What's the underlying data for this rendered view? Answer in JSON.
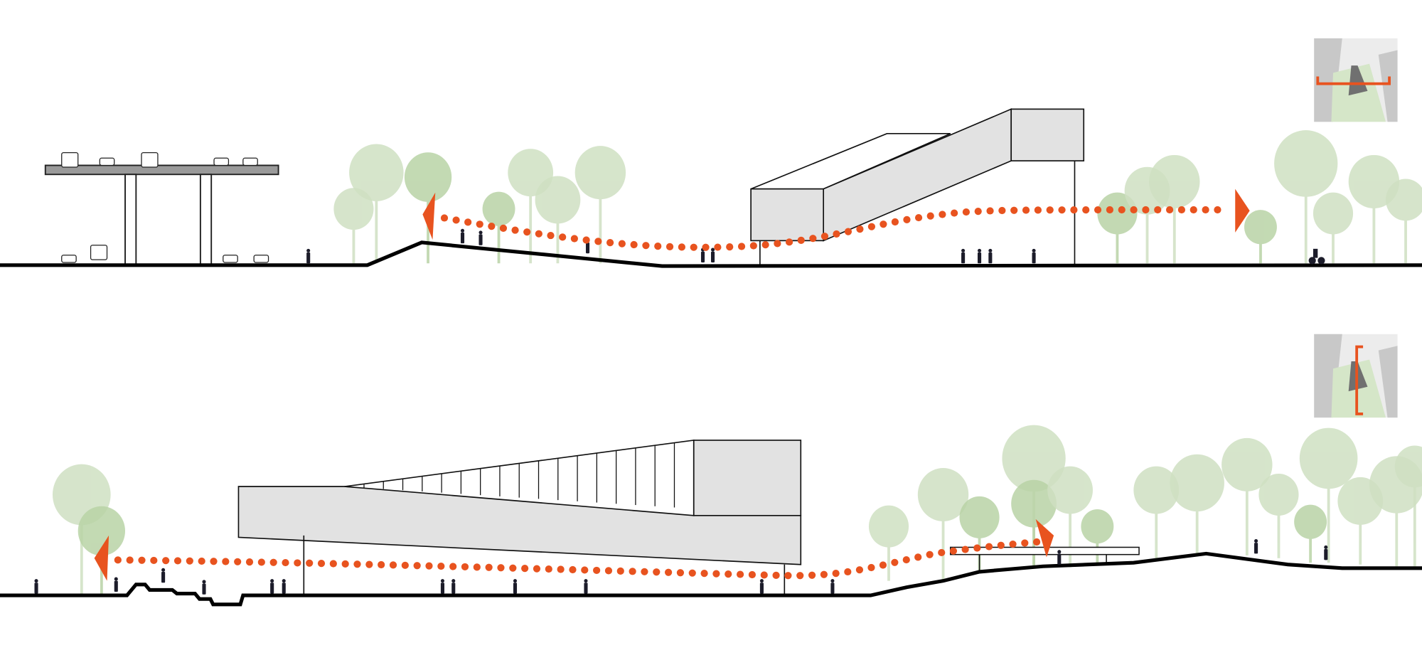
{
  "colors": {
    "route": "#e8531f",
    "ground": "#000000",
    "building_fill": "#e2e2e2",
    "tree_light": "#cfe0c2",
    "tree_mid": "#b9d3a6",
    "tree_dark": "#9cbf86",
    "people": "#1c1c2a",
    "keymap_road": "#ececec",
    "keymap_block": "#c8c8c8",
    "keymap_park": "#d5e6c8",
    "keymap_building": "#707070"
  },
  "sections": [
    {
      "id": "section-a",
      "keymap_cut": "horizontal",
      "route_direction": "left-to-right"
    },
    {
      "id": "section-b",
      "keymap_cut": "vertical",
      "route_direction": "right-to-left"
    }
  ],
  "icons": [
    "route-arrow-icon",
    "person-icon",
    "car-icon",
    "truck-icon",
    "cyclist-icon",
    "tree-icon",
    "keymap-icon"
  ]
}
